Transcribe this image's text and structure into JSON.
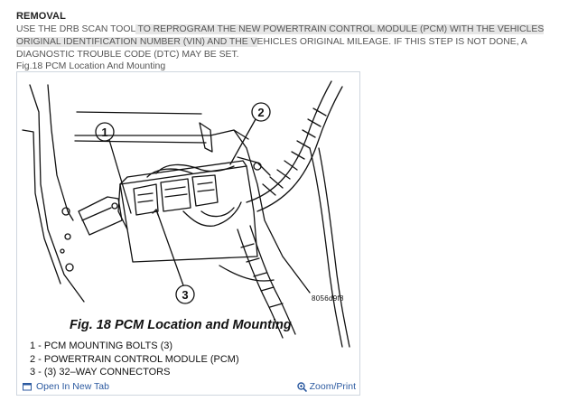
{
  "section": {
    "heading": "REMOVAL",
    "text_part1": " USE THE DRB SCAN TOOL",
    "text_highlight1": " TO REPROGRAM THE NEW POWERTRAIN CONTROL MODULE (PCM) WITH THE VEHICLES ORIGINAL IDENTIFICATION NUMBER (VIN) AND THE V",
    "text_part2": "EHICLES ORIGINAL MILEAGE. IF THIS STEP IS NOT DONE, A DIAGNOSTIC TROUBLE CODE (DTC) MAY BE SET."
  },
  "figure": {
    "caption": "Fig.18 PCM Location And Mounting",
    "title": "Fig. 18 PCM Location and Mounting",
    "code": "8056d9f8",
    "callouts": [
      "1",
      "2",
      "3"
    ],
    "legend": [
      "1 - PCM MOUNTING BOLTS (3)",
      "2 - POWERTRAIN CONTROL MODULE (PCM)",
      "3 - (3) 32–WAY CONNECTORS"
    ]
  },
  "actions": {
    "open_new_tab": "Open In New Tab",
    "zoom_print": "Zoom/Print"
  },
  "colors": {
    "link": "#2c5aa0",
    "highlight": "#e6e6e6"
  }
}
